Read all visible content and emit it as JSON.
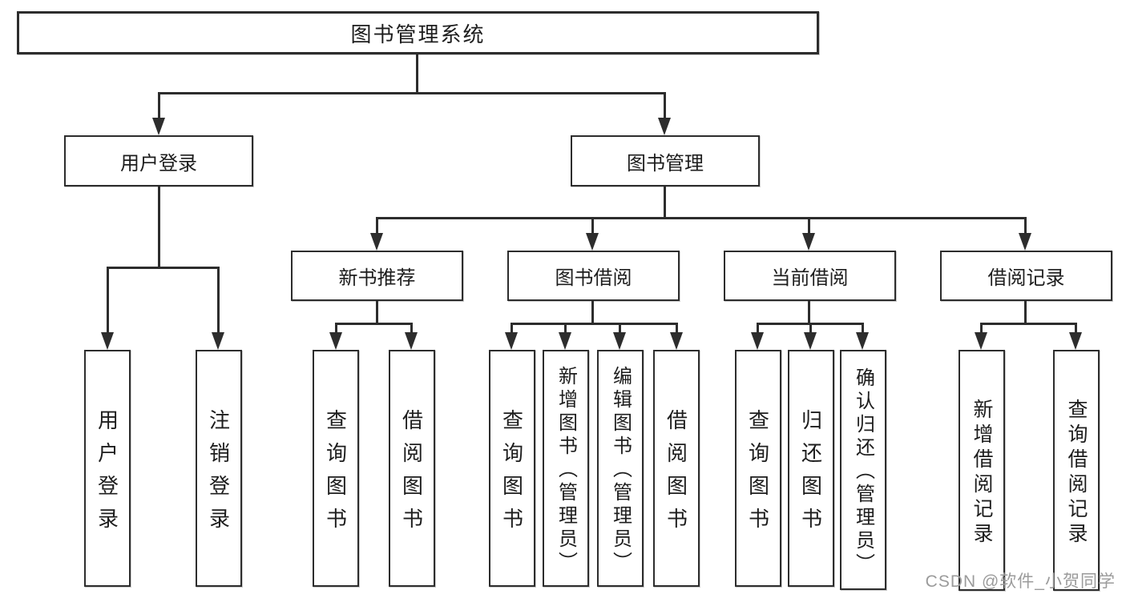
{
  "tree": {
    "root": {
      "label": "图书管理系统"
    },
    "user_login": {
      "label": "用户登录",
      "children": [
        {
          "label": "用户登录"
        },
        {
          "label": "注销登录"
        }
      ]
    },
    "book_management": {
      "label": "图书管理",
      "children": [
        {
          "label": "新书推荐",
          "children": [
            {
              "label": "查询图书"
            },
            {
              "label": "借阅图书"
            }
          ]
        },
        {
          "label": "图书借阅",
          "children": [
            {
              "label": "查询图书"
            },
            {
              "label": "新增图书（管理员）"
            },
            {
              "label": "编辑图书（管理员）"
            },
            {
              "label": "借阅图书"
            }
          ]
        },
        {
          "label": "当前借阅",
          "children": [
            {
              "label": "查询图书"
            },
            {
              "label": "归还图书"
            },
            {
              "label": "确认归还（管理员）"
            }
          ]
        },
        {
          "label": "借阅记录",
          "children": [
            {
              "label": "新增借阅记录"
            },
            {
              "label": "查询借阅记录"
            }
          ]
        }
      ]
    }
  },
  "watermark": {
    "text": "CSDN @软件_小贺同学"
  },
  "colors": {
    "line": "#2d2d2d",
    "text": "#1d1d1d",
    "watermark": "#9b9b9b",
    "background": "#ffffff"
  }
}
